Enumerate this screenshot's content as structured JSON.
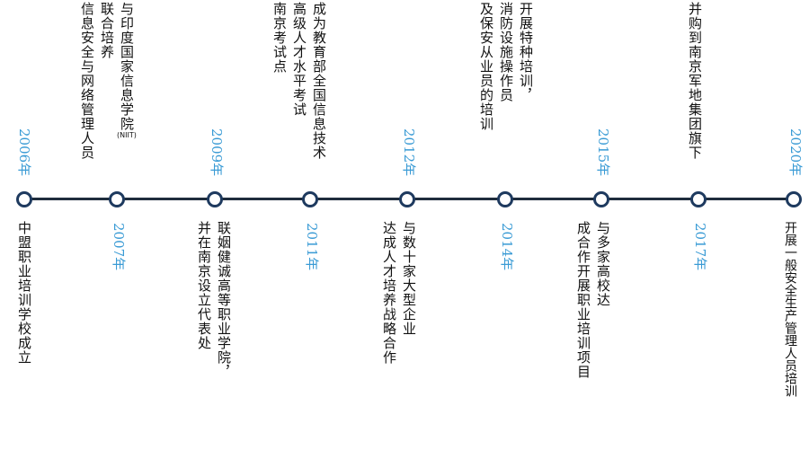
{
  "colors": {
    "axis": "#1f2d3d",
    "node_border": "#1e3a5f",
    "year": "#3a9bd5",
    "text": "#111111"
  },
  "milestones": [
    {
      "year": "2006年",
      "lines": [
        "中盟职业培训学校成立"
      ]
    },
    {
      "year": "2007年",
      "lines": [
        "与印度国家信息学院",
        "联合培养",
        "信息安全与网络管理人员"
      ],
      "note": "(NIIT)"
    },
    {
      "year": "2009年",
      "lines": [
        "联姻健诚高等职业学院，",
        "并在南京设立代表处"
      ]
    },
    {
      "year": "2011年",
      "lines": [
        "成为教育部全国信息技术",
        "高级人才水平考试",
        "南京考试点"
      ]
    },
    {
      "year": "2012年",
      "lines": [
        "与数十家大型企业",
        "达成人才培养战略合作"
      ]
    },
    {
      "year": "2014年",
      "lines": [
        "开展特种培训，",
        "消防设施操作员",
        "及保安从业员的培训"
      ]
    },
    {
      "year": "2015年",
      "lines": [
        "与多家高校达",
        "成合作开展职业培训项目"
      ]
    },
    {
      "year": "2017年",
      "lines": [
        "并购到南京军地集团旗下"
      ]
    },
    {
      "year": "2020年",
      "lines": [
        "开展一般安全生产管理人员培训"
      ]
    }
  ]
}
